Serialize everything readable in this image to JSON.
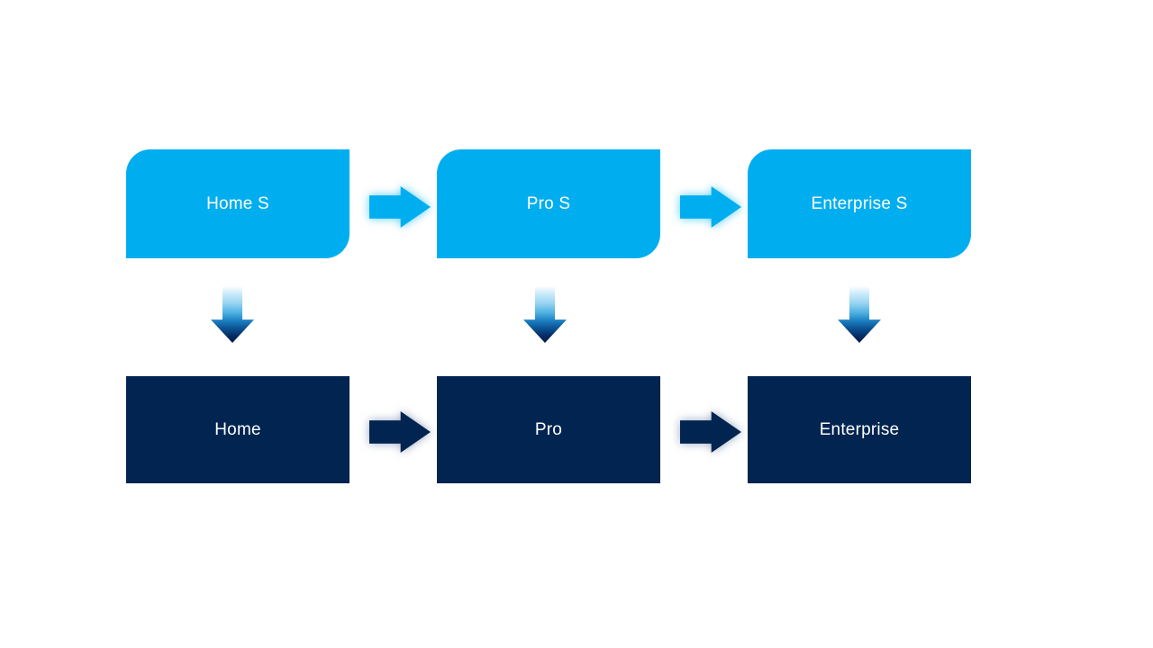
{
  "diagram": {
    "top_row": {
      "items": [
        {
          "label": "Home S"
        },
        {
          "label": "Pro S"
        },
        {
          "label": "Enterprise S"
        }
      ]
    },
    "bottom_row": {
      "items": [
        {
          "label": "Home"
        },
        {
          "label": "Pro"
        },
        {
          "label": "Enterprise"
        }
      ]
    }
  },
  "colors": {
    "accent_light_blue": "#00aeef",
    "dark_navy": "#012450",
    "text_white": "#ffffff",
    "down_arrow_gradient_top": "#fdfeff",
    "down_arrow_gradient_bottom": "#021e47"
  }
}
